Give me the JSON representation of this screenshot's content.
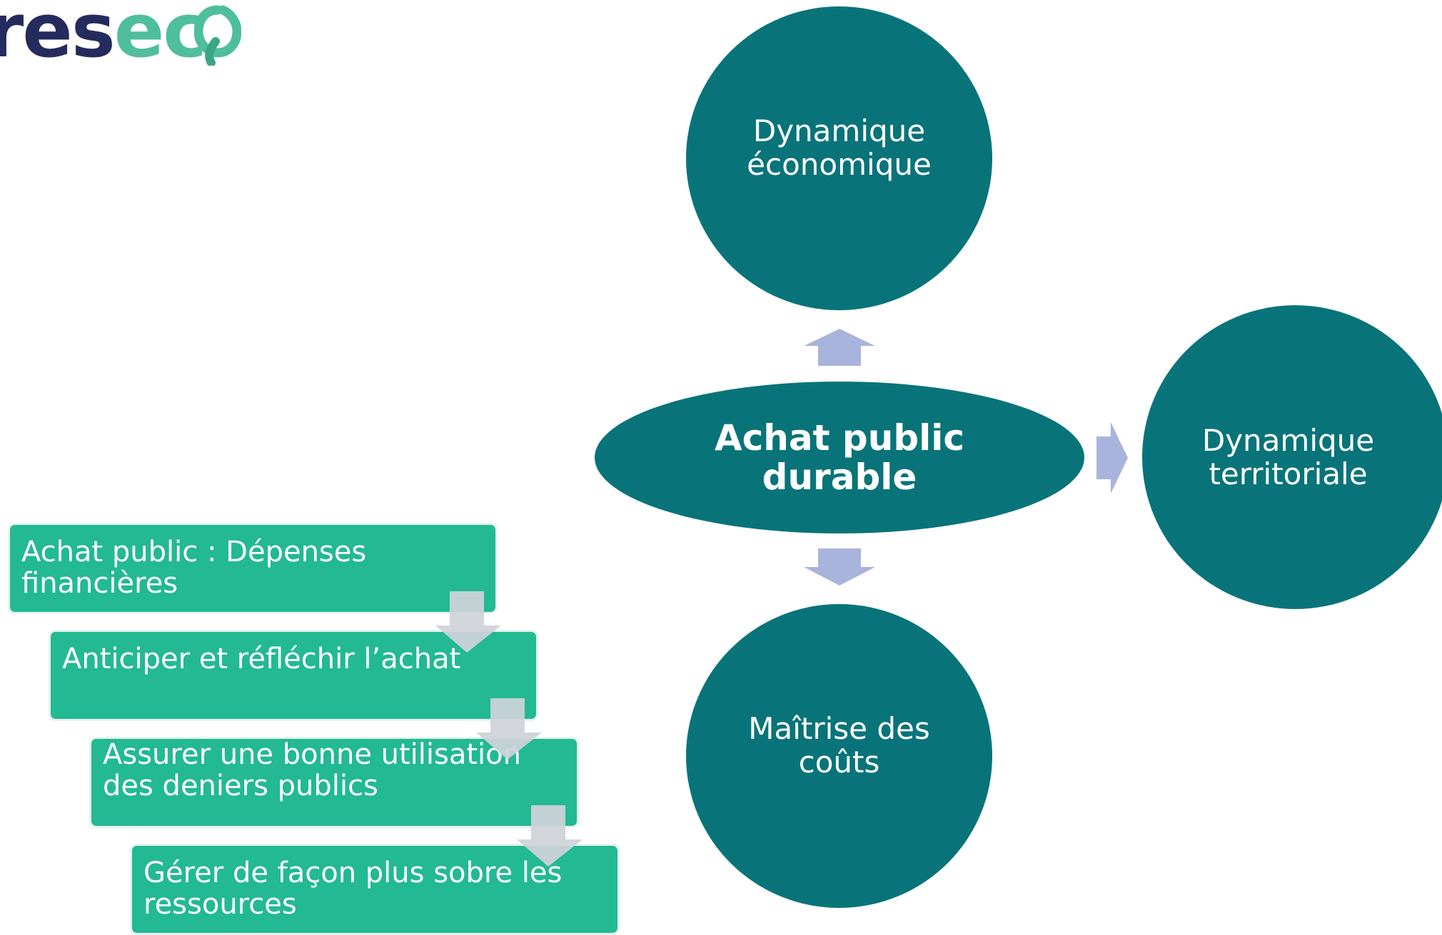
{
  "logo": {
    "part1": "res",
    "part2": "ec"
  },
  "colors": {
    "circle": "#087479",
    "step_box": "#22b993",
    "radial_arrow": "#a9b4dc",
    "step_arrow": "#cfd3d8",
    "logo_dark": "#232c5c",
    "logo_green": "#4fbe9c"
  },
  "diagram": {
    "center": "Achat public durable",
    "top": "Dynamique économique",
    "right": "Dynamique territoriale",
    "bottom": "Maîtrise des coûts"
  },
  "steps": [
    "Achat public : Dépenses financières",
    "Anticiper et réfléchir l’achat",
    "Assurer une bonne utilisation des deniers publics",
    "Gérer de façon plus sobre les ressources"
  ]
}
